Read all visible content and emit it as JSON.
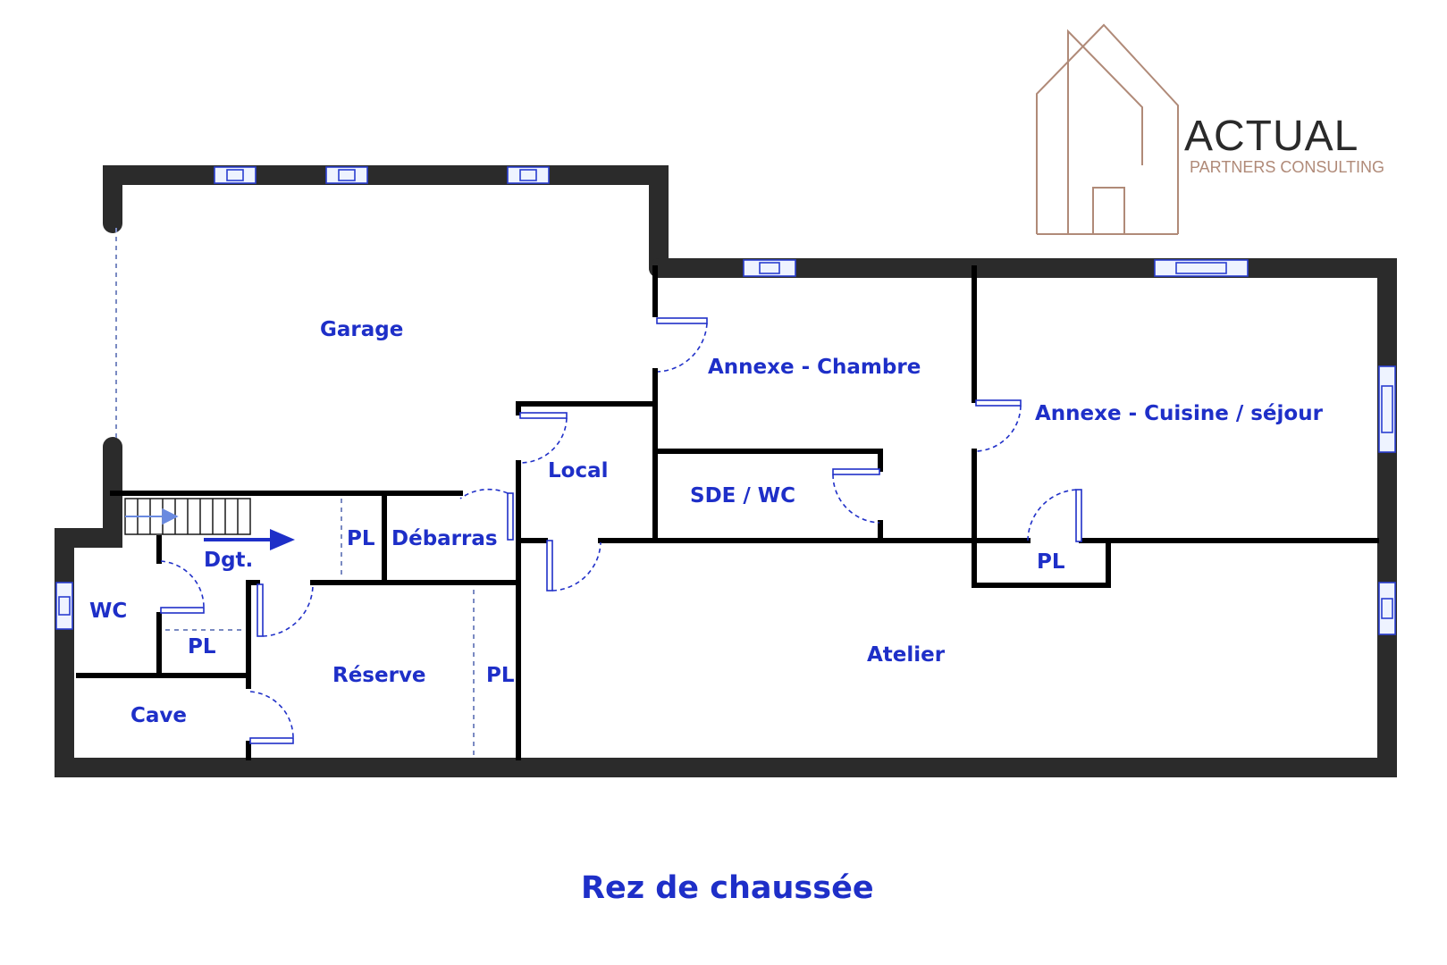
{
  "logo": {
    "name": "ACTUAL",
    "tagline": "PARTNERS CONSULTING",
    "color_main": "#2a2a2a",
    "color_accent": "#b08a78"
  },
  "plan": {
    "title": "Rez de chaussée",
    "label_color": "#1e2fc8",
    "rooms": {
      "garage": "Garage",
      "annexe_chambre": "Annexe - Chambre",
      "annexe_cuisine": "Annexe - Cuisine / séjour",
      "local": "Local",
      "sde_wc": "SDE / WC",
      "pl_debarras": "PL",
      "debarras": "Débarras",
      "dgt": "Dgt.",
      "wc": "WC",
      "pl_wc": "PL",
      "reserve": "Réserve",
      "pl_reserve": "PL",
      "cave": "Cave",
      "atelier": "Atelier",
      "pl_cuisine": "PL"
    }
  }
}
